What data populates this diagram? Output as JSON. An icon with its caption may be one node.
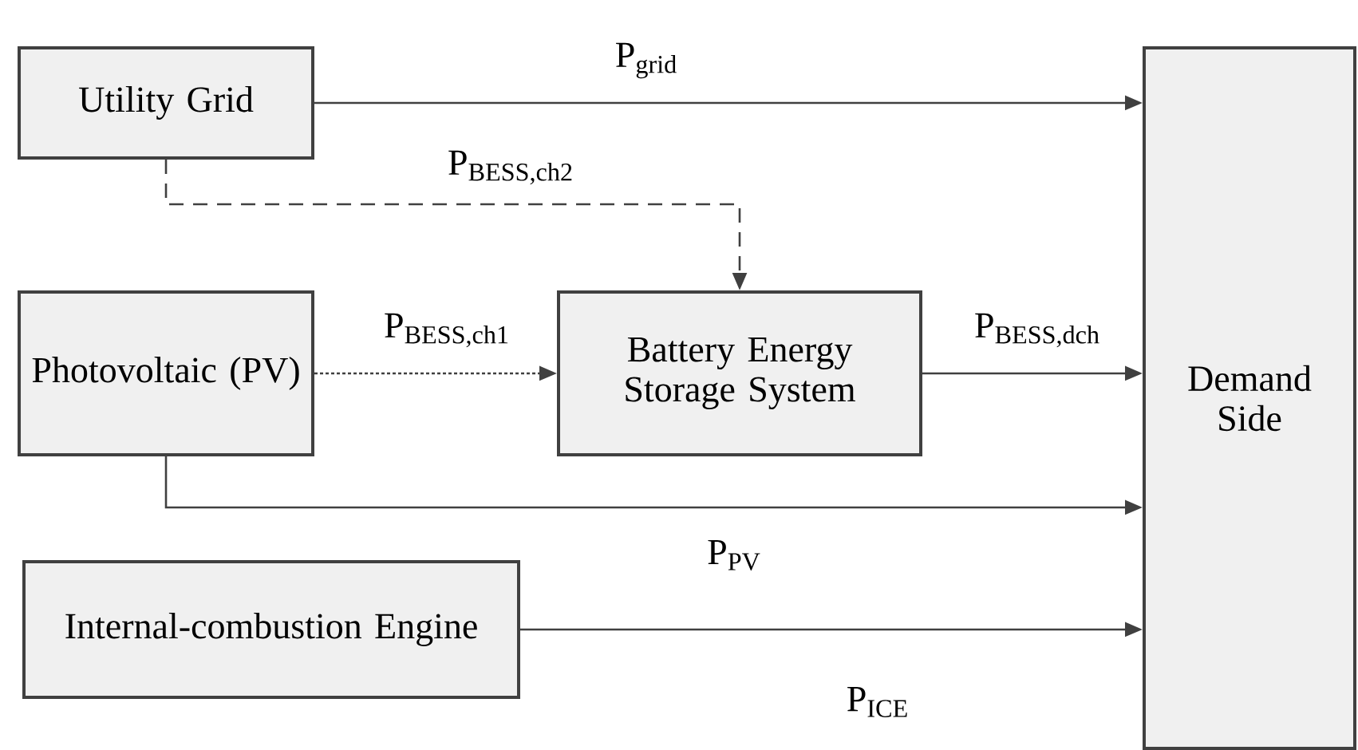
{
  "diagram": {
    "nodes": [
      {
        "text": [
          "Utility Grid"
        ]
      },
      {
        "text": [
          "Photovoltaic (PV)"
        ]
      },
      {
        "text": [
          "Battery Energy Storage System"
        ]
      },
      {
        "text": [
          "Internal-combustion Engine"
        ]
      },
      {
        "text": [
          "Demand Side"
        ]
      }
    ],
    "edges": [
      {
        "from": 0,
        "to": 4,
        "arrow": "to",
        "label": "P$_{grid}$"
      },
      {
        "from": 0,
        "to": 2,
        "arrow": "to",
        "label": "P$_{BESS,ch2}$",
        "style": "dashed"
      },
      {
        "from": 1,
        "to": 2,
        "arrow": "to",
        "label": "P$_{BESS,ch1}$",
        "style": "dashed"
      },
      {
        "from": 2,
        "to": 4,
        "arrow": "to",
        "label": "P$_{BESS,dch}$"
      },
      {
        "from": 1,
        "to": 4,
        "arrow": "to",
        "label": "P$_{PV}$"
      },
      {
        "from": 3,
        "to": 4,
        "arrow": "to",
        "label": "P$_{ICE}$"
      }
    ]
  }
}
